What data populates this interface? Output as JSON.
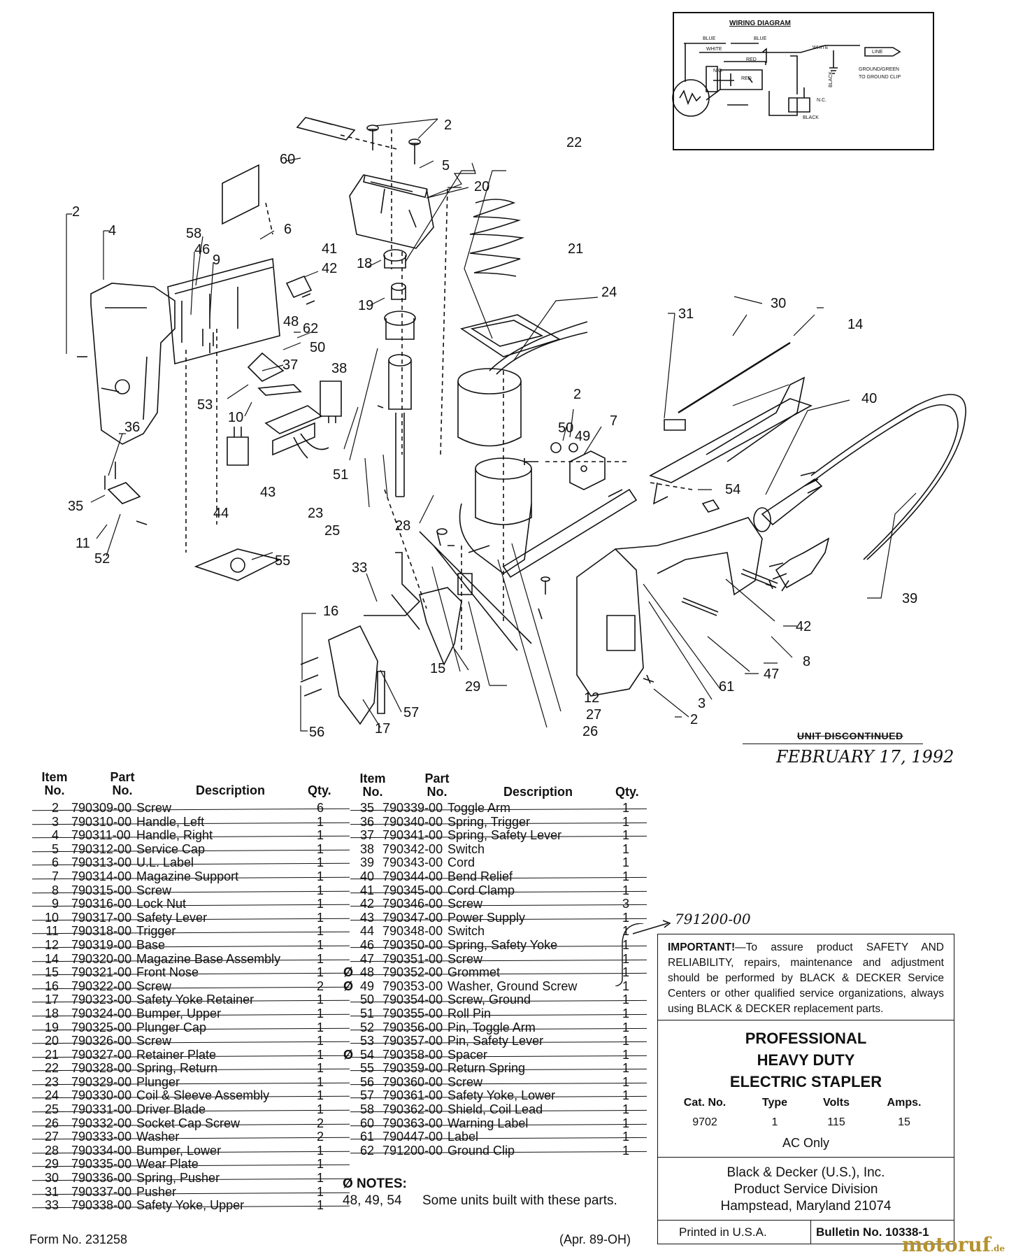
{
  "wiring": {
    "title": "WIRING DIAGRAM",
    "labels": [
      "BLUE",
      "BLUE",
      "WHITE",
      "WHITE",
      "RED",
      "RED",
      "LINE",
      "GROUND/GREEN",
      "TO GROUND CLIP",
      "BLACK",
      "BLACK",
      "N.O.",
      "N.C."
    ]
  },
  "callouts": [
    "2",
    "60",
    "5",
    "20",
    "22",
    "2",
    "4",
    "58",
    "46",
    "9",
    "6",
    "41",
    "42",
    "18",
    "21",
    "19",
    "24",
    "48",
    "62",
    "50",
    "31",
    "30",
    "14",
    "37",
    "38",
    "53",
    "10",
    "2",
    "40",
    "36",
    "50",
    "49",
    "7",
    "51",
    "43",
    "44",
    "23",
    "25",
    "28",
    "35",
    "11",
    "52",
    "55",
    "54",
    "33",
    "16",
    "15",
    "29",
    "12",
    "27",
    "26",
    "42",
    "8",
    "47",
    "61",
    "3",
    "2",
    "57",
    "17",
    "56",
    "39"
  ],
  "stamp": "UNIT DISCONTINUED",
  "handwritten_date": "FEBRUARY 17, 1992",
  "handwritten_part": "791200-00",
  "table_headers": {
    "item": "Item\nNo.",
    "part": "Part\nNo.",
    "desc": "Description",
    "qty": "Qty."
  },
  "parts_left": [
    {
      "item": "2",
      "part": "790309-00",
      "desc": "Screw",
      "qty": "6",
      "struck": true
    },
    {
      "item": "3",
      "part": "790310-00",
      "desc": "Handle, Left",
      "qty": "1",
      "struck": true
    },
    {
      "item": "4",
      "part": "790311-00",
      "desc": "Handle, Right",
      "qty": "1",
      "struck": true
    },
    {
      "item": "5",
      "part": "790312-00",
      "desc": "Service Cap",
      "qty": "1",
      "struck": true
    },
    {
      "item": "6",
      "part": "790313-00",
      "desc": "U.L. Label",
      "qty": "1",
      "struck": true
    },
    {
      "item": "7",
      "part": "790314-00",
      "desc": "Magazine Support",
      "qty": "1",
      "struck": true
    },
    {
      "item": "8",
      "part": "790315-00",
      "desc": "Screw",
      "qty": "1",
      "struck": true
    },
    {
      "item": "9",
      "part": "790316-00",
      "desc": "Lock Nut",
      "qty": "1",
      "struck": true
    },
    {
      "item": "10",
      "part": "790317-00",
      "desc": "Safety Lever",
      "qty": "1",
      "struck": true
    },
    {
      "item": "11",
      "part": "790318-00",
      "desc": "Trigger",
      "qty": "1",
      "struck": true
    },
    {
      "item": "12",
      "part": "790319-00",
      "desc": "Base",
      "qty": "1",
      "struck": true
    },
    {
      "item": "14",
      "part": "790320-00",
      "desc": "Magazine Base Assembly",
      "qty": "1",
      "struck": true
    },
    {
      "item": "15",
      "part": "790321-00",
      "desc": "Front Nose",
      "qty": "1",
      "struck": true
    },
    {
      "item": "16",
      "part": "790322-00",
      "desc": "Screw",
      "qty": "2",
      "struck": true
    },
    {
      "item": "17",
      "part": "790323-00",
      "desc": "Safety Yoke Retainer",
      "qty": "1",
      "struck": true
    },
    {
      "item": "18",
      "part": "790324-00",
      "desc": "Bumper, Upper",
      "qty": "1",
      "struck": true
    },
    {
      "item": "19",
      "part": "790325-00",
      "desc": "Plunger Cap",
      "qty": "1",
      "struck": true
    },
    {
      "item": "20",
      "part": "790326-00",
      "desc": "Screw",
      "qty": "1",
      "struck": true
    },
    {
      "item": "21",
      "part": "790327-00",
      "desc": "Retainer Plate",
      "qty": "1",
      "struck": true
    },
    {
      "item": "22",
      "part": "790328-00",
      "desc": "Spring, Return",
      "qty": "1",
      "struck": true
    },
    {
      "item": "23",
      "part": "790329-00",
      "desc": "Plunger",
      "qty": "1",
      "struck": true
    },
    {
      "item": "24",
      "part": "790330-00",
      "desc": "Coil & Sleeve Assembly",
      "qty": "1",
      "struck": true
    },
    {
      "item": "25",
      "part": "790331-00",
      "desc": "Driver Blade",
      "qty": "1",
      "struck": true
    },
    {
      "item": "26",
      "part": "790332-00",
      "desc": "Socket Cap Screw",
      "qty": "2",
      "struck": true
    },
    {
      "item": "27",
      "part": "790333-00",
      "desc": "Washer",
      "qty": "2",
      "struck": true
    },
    {
      "item": "28",
      "part": "790334-00",
      "desc": "Bumper, Lower",
      "qty": "1",
      "struck": true
    },
    {
      "item": "29",
      "part": "790335-00",
      "desc": "Wear Plate",
      "qty": "1",
      "struck": true
    },
    {
      "item": "30",
      "part": "790336-00",
      "desc": "Spring, Pusher",
      "qty": "1",
      "struck": true
    },
    {
      "item": "31",
      "part": "790337-00",
      "desc": "Pusher",
      "qty": "1",
      "struck": true
    },
    {
      "item": "33",
      "part": "790338-00",
      "desc": "Safety Yoke, Upper",
      "qty": "1",
      "struck": true
    }
  ],
  "parts_right": [
    {
      "mark": "",
      "item": "35",
      "part": "790339-00",
      "desc": "Toggle Arm",
      "qty": "1",
      "struck": true
    },
    {
      "mark": "",
      "item": "36",
      "part": "790340-00",
      "desc": "Spring, Trigger",
      "qty": "1",
      "struck": true
    },
    {
      "mark": "",
      "item": "37",
      "part": "790341-00",
      "desc": "Spring, Safety Lever",
      "qty": "1",
      "struck": true
    },
    {
      "mark": "",
      "item": "38",
      "part": "790342-00",
      "desc": "Switch",
      "qty": "1",
      "struck": false
    },
    {
      "mark": "",
      "item": "39",
      "part": "790343-00",
      "desc": "Cord",
      "qty": "1",
      "struck": false
    },
    {
      "mark": "",
      "item": "40",
      "part": "790344-00",
      "desc": "Bend Relief",
      "qty": "1",
      "struck": true
    },
    {
      "mark": "",
      "item": "41",
      "part": "790345-00",
      "desc": "Cord Clamp",
      "qty": "1",
      "struck": true
    },
    {
      "mark": "",
      "item": "42",
      "part": "790346-00",
      "desc": "Screw",
      "qty": "3",
      "struck": true
    },
    {
      "mark": "",
      "item": "43",
      "part": "790347-00",
      "desc": "Power Supply",
      "qty": "1",
      "struck": true
    },
    {
      "mark": "",
      "item": "44",
      "part": "790348-00",
      "desc": "Switch",
      "qty": "1",
      "struck": false
    },
    {
      "mark": "",
      "item": "46",
      "part": "790350-00",
      "desc": "Spring, Safety Yoke",
      "qty": "1",
      "struck": true
    },
    {
      "mark": "",
      "item": "47",
      "part": "790351-00",
      "desc": "Screw",
      "qty": "1",
      "struck": true
    },
    {
      "mark": "Ø",
      "item": "48",
      "part": "790352-00",
      "desc": "Grommet",
      "qty": "1",
      "struck": true
    },
    {
      "mark": "Ø",
      "item": "49",
      "part": "790353-00",
      "desc": "Washer, Ground Screw",
      "qty": "1",
      "struck": false
    },
    {
      "mark": "",
      "item": "50",
      "part": "790354-00",
      "desc": "Screw, Ground",
      "qty": "1",
      "struck": true
    },
    {
      "mark": "",
      "item": "51",
      "part": "790355-00",
      "desc": "Roll Pin",
      "qty": "1",
      "struck": true
    },
    {
      "mark": "",
      "item": "52",
      "part": "790356-00",
      "desc": "Pin, Toggle Arm",
      "qty": "1",
      "struck": true
    },
    {
      "mark": "",
      "item": "53",
      "part": "790357-00",
      "desc": "Pin, Safety Lever",
      "qty": "1",
      "struck": true
    },
    {
      "mark": "Ø",
      "item": "54",
      "part": "790358-00",
      "desc": "Spacer",
      "qty": "1",
      "struck": true
    },
    {
      "mark": "",
      "item": "55",
      "part": "790359-00",
      "desc": "Return Spring",
      "qty": "1",
      "struck": true
    },
    {
      "mark": "",
      "item": "56",
      "part": "790360-00",
      "desc": "Screw",
      "qty": "1",
      "struck": true
    },
    {
      "mark": "",
      "item": "57",
      "part": "790361-00",
      "desc": "Safety Yoke, Lower",
      "qty": "1",
      "struck": true
    },
    {
      "mark": "",
      "item": "58",
      "part": "790362-00",
      "desc": "Shield, Coil Lead",
      "qty": "1",
      "struck": true
    },
    {
      "mark": "",
      "item": "60",
      "part": "790363-00",
      "desc": "Warning Label",
      "qty": "1",
      "struck": true
    },
    {
      "mark": "",
      "item": "61",
      "part": "790447-00",
      "desc": "Label",
      "qty": "1",
      "struck": true
    },
    {
      "mark": "",
      "item": "62",
      "part": "791200-00",
      "desc": "Ground Clip",
      "qty": "1",
      "struck": true
    }
  ],
  "notes": {
    "title": "Ø NOTES:",
    "items": "48, 49, 54",
    "text": "Some units built with these parts."
  },
  "important": {
    "lead": "IMPORTANT!",
    "text": "—To assure product SAFETY AND RELIABILITY, repairs, maintenance and adjustment should be performed by BLACK & DECKER Service Centers or other qualified service organizations, always using BLACK & DECKER replacement parts."
  },
  "product": {
    "line1": "PROFESSIONAL",
    "line2": "HEAVY DUTY",
    "line3": "ELECTRIC STAPLER"
  },
  "specs": {
    "headers": [
      "Cat. No.",
      "Type",
      "Volts",
      "Amps."
    ],
    "values": [
      "9702",
      "1",
      "115",
      "15"
    ],
    "note": "AC Only"
  },
  "company": {
    "line1": "Black & Decker (U.S.), Inc.",
    "line2": "Product Service Division",
    "line3": "Hampstead, Maryland 21074"
  },
  "footer": {
    "printed": "Printed in U.S.A.",
    "bulletin": "Bulletin No. 10338-1",
    "form": "Form No. 231258",
    "date": "(Apr. 89-OH)"
  },
  "watermark": {
    "main": "motoruf",
    "suffix": ".de"
  }
}
